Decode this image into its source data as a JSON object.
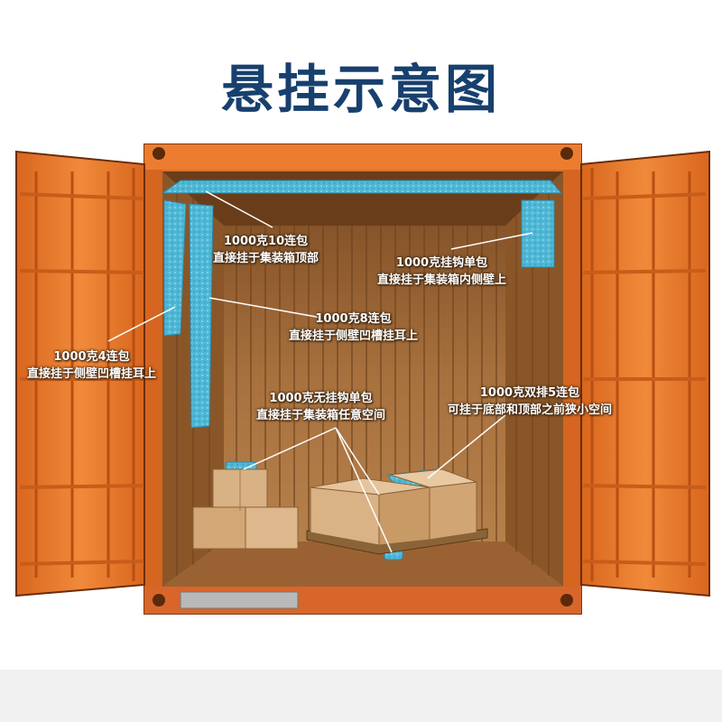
{
  "title": "悬挂示意图",
  "colors": {
    "title": "#17406e",
    "container_orange": "#e8792c",
    "interior_wood": "#a8713e",
    "desiccant_blue": "#4fb8d6"
  },
  "labels": [
    {
      "id": "ten-pack",
      "line1": "1000克10连包",
      "line2": "直接挂于集装箱顶部"
    },
    {
      "id": "single-hook",
      "line1": "1000克挂钩单包",
      "line2": "直接挂于集装箱内侧壁上"
    },
    {
      "id": "eight-pack",
      "line1": "1000克8连包",
      "line2": "直接挂于侧壁凹槽挂耳上"
    },
    {
      "id": "four-pack",
      "line1": "1000克4连包",
      "line2": "直接挂于侧壁凹槽挂耳上"
    },
    {
      "id": "no-hook-single",
      "line1": "1000克无挂钩单包",
      "line2": "直接挂于集装箱任意空间"
    },
    {
      "id": "double-five",
      "line1": "1000克双排5连包",
      "line2": "可挂于底部和顶部之前狭小空间"
    }
  ]
}
